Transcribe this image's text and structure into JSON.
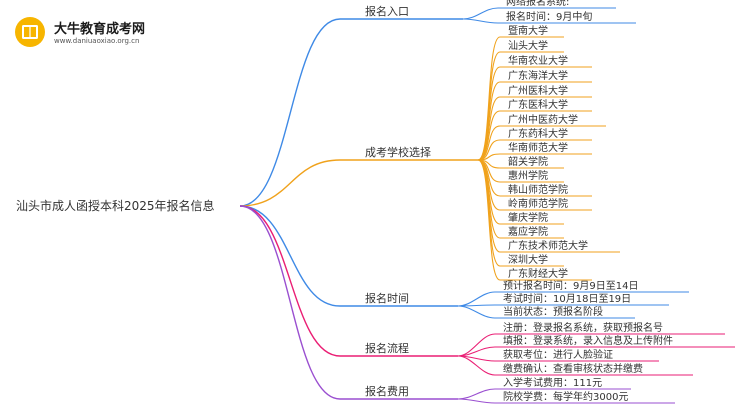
{
  "logo": {
    "name": "大牛教育成考网",
    "url": "www.daniuaoxiao.org.cn"
  },
  "root": "汕头市成人函授本科2025年报名信息",
  "colors": {
    "blue": "#3f8ae6",
    "orange": "#f0a21c",
    "magenta": "#ea1e74",
    "purple": "#9a4fd0",
    "line": "#333333"
  },
  "branches": [
    {
      "label": "报名入口",
      "color": "#3f8ae6",
      "items": [
        "网络报名系统:",
        "报名时间：9月中旬"
      ]
    },
    {
      "label": "成考学校选择",
      "color": "#f0a21c",
      "items": [
        "暨南大学",
        "汕头大学",
        "华南农业大学",
        "广东海洋大学",
        "广州医科大学",
        "广东医科大学",
        "广州中医药大学",
        "广东药科大学",
        "华南师范大学",
        "韶关学院",
        "惠州学院",
        "韩山师范学院",
        "岭南师范学院",
        "肇庆学院",
        "嘉应学院",
        "广东技术师范大学",
        "深圳大学",
        "广东财经大学"
      ]
    },
    {
      "label": "报名时间",
      "color": "#3f8ae6",
      "items": [
        "预计报名时间：9月9日至14日",
        "考试时间：10月18日至19日",
        "当前状态：预报名阶段"
      ]
    },
    {
      "label": "报名流程",
      "color": "#ea1e74",
      "items": [
        "注册：登录报名系统，获取预报名号",
        "填报：登录系统，录入信息及上传附件",
        "获取考位：进行人脸验证",
        "缴费确认：查看审核状态并缴费"
      ]
    },
    {
      "label": "报名费用",
      "color": "#9a4fd0",
      "items": [
        "入学考试费用：111元",
        "院校学费：每学年约3000元"
      ]
    }
  ]
}
